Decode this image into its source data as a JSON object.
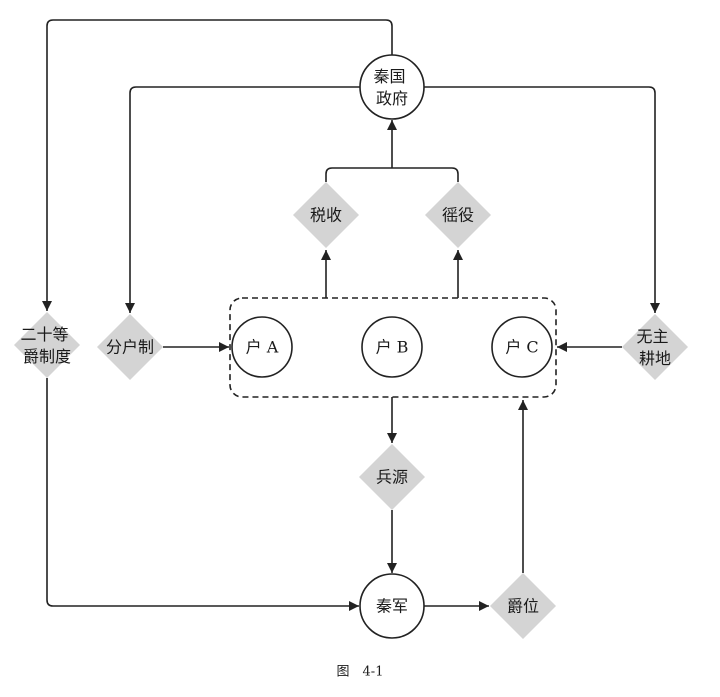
{
  "nodes": {
    "qin_government": {
      "lines": [
        "秦国",
        "政府"
      ]
    },
    "tax": {
      "label": "税收"
    },
    "corvee": {
      "label": "徭役"
    },
    "household_a": {
      "label": "户 A"
    },
    "household_b": {
      "label": "户 B"
    },
    "household_c": {
      "label": "户 C"
    },
    "twenty_rank_system": {
      "lines": [
        "二十等",
        "爵制度"
      ]
    },
    "household_division": {
      "label": "分户制"
    },
    "unowned_farmland": {
      "lines": [
        "无主",
        "耕地"
      ]
    },
    "soldier_source": {
      "label": "兵源"
    },
    "qin_army": {
      "label": "秦军"
    },
    "noble_rank": {
      "label": "爵位"
    }
  },
  "caption": "图　4-1",
  "colors": {
    "line": "#222222",
    "diamond_fill": "#d4d4d4",
    "circle_fill": "#ffffff"
  }
}
